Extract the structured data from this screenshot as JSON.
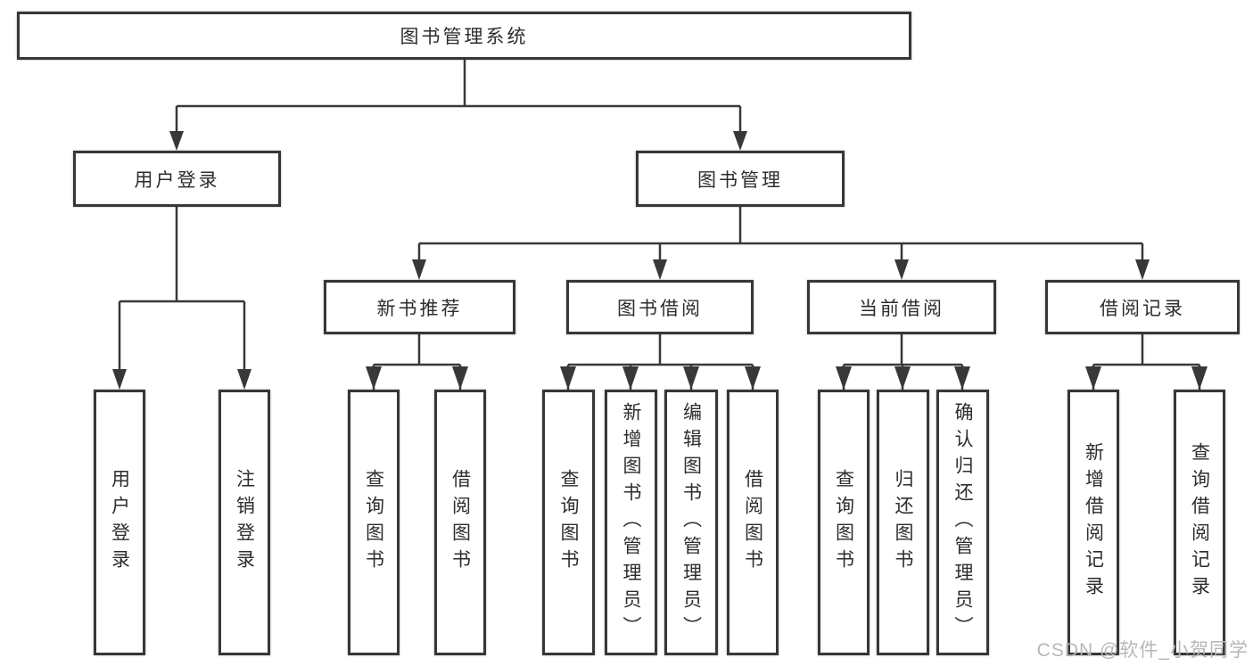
{
  "root": {
    "label": "图书管理系统"
  },
  "branches": [
    {
      "label": "用户登录",
      "children": [
        "用户登录",
        "注销登录"
      ]
    },
    {
      "label": "图书管理",
      "modules": [
        {
          "label": "新书推荐",
          "children": [
            "查询图书",
            "借阅图书"
          ]
        },
        {
          "label": "图书借阅",
          "children": [
            "查询图书",
            "新增图书（管理员）",
            "编辑图书（管理员）",
            "借阅图书"
          ]
        },
        {
          "label": "当前借阅",
          "children": [
            "查询图书",
            "归还图书",
            "确认归还（管理员）"
          ]
        },
        {
          "label": "借阅记录",
          "children": [
            "新增借阅记录",
            "查询借阅记录"
          ]
        }
      ]
    }
  ],
  "watermark": "CSDN @软件_小贺同学",
  "colors": {
    "line": "#383838",
    "box_border": "#373737",
    "text": "#2d2d2d",
    "watermark": "#b7b7b7",
    "background": "#ffffff"
  }
}
